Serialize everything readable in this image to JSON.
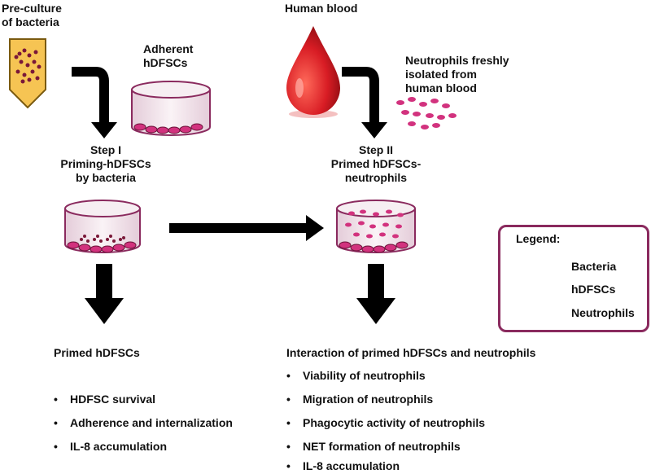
{
  "labels": {
    "preculture": "Pre-culture\nof bacteria",
    "adherent": "Adherent\nhDFSCs",
    "human_blood": "Human blood",
    "neutrophils_isolated": "Neutrophils freshly\nisolated from\nhuman blood",
    "step1": "Step I\nPriming-hDFSCs\nby bacteria",
    "step2": "Step II\nPrimed hDFSCs-\nneutrophils",
    "primed_hdfscs": "Primed hDFSCs",
    "interaction": "Interaction of primed hDFSCs and neutrophils"
  },
  "left_bullets": [
    "HDFSC survival",
    "Adherence and internalization",
    "IL-8 accumulation"
  ],
  "right_bullets": [
    "Viability of neutrophils",
    "Migration of neutrophils",
    "Phagocytic activity of neutrophils",
    "NET formation of neutrophils",
    "IL-8 accumulation"
  ],
  "legend": {
    "title": "Legend:",
    "items": [
      "Bacteria",
      "hDFSCs",
      "Neutrophils"
    ]
  },
  "bullet_char": "•",
  "colors": {
    "cell": "#d2327e",
    "cell_dark": "#6a1238",
    "dish_body": "#f3e7ee",
    "dish_stroke": "#8a2a5e",
    "blood": "#d81c24",
    "tube": "#f6c453",
    "bacteria": "#7a1838"
  }
}
